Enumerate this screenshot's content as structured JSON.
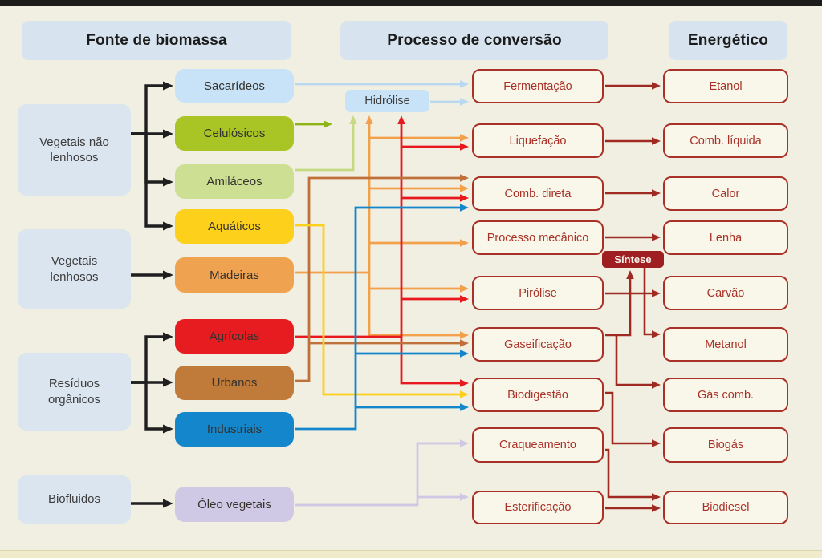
{
  "headers": {
    "source": "Fonte de biomassa",
    "process": "Processo de conversão",
    "product": "Energético"
  },
  "source_categories": [
    {
      "id": "vegetais_nao_lenhosos",
      "label": "Vegetais não lenhosos"
    },
    {
      "id": "vegetais_lenhosos",
      "label": "Vegetais lenhosos"
    },
    {
      "id": "residuos_organicos",
      "label": "Resíduos orgânicos"
    },
    {
      "id": "biofluidos",
      "label": "Biofluidos"
    }
  ],
  "biomass_types": [
    {
      "id": "sacarideos",
      "label": "Sacarídeos",
      "color": "#c8e3f7"
    },
    {
      "id": "celulosicos",
      "label": "Celulósicos",
      "color": "#a9c525"
    },
    {
      "id": "amilaceos",
      "label": "Amiláceos",
      "color": "#cddf93"
    },
    {
      "id": "aquaticos",
      "label": "Aquáticos",
      "color": "#fdd01b"
    },
    {
      "id": "madeiras",
      "label": "Madeiras",
      "color": "#efa351"
    },
    {
      "id": "agricolas",
      "label": "Agrícolas",
      "color": "#e61c21"
    },
    {
      "id": "urbanos",
      "label": "Urbanos",
      "color": "#c07a39"
    },
    {
      "id": "industriais",
      "label": "Industriais",
      "color": "#1486cb"
    },
    {
      "id": "oleo_vegetais",
      "label": "Óleo vegetais",
      "color": "#d0c9e5"
    }
  ],
  "hydrolysis": {
    "label": "Hidrólise",
    "color": "#c8e3f7"
  },
  "synthesis": {
    "label": "Síntese",
    "color": "#9e1e22"
  },
  "processes": [
    {
      "id": "fermentacao",
      "label": "Fermentação"
    },
    {
      "id": "liquefacao",
      "label": "Liquefação"
    },
    {
      "id": "comb_direta",
      "label": "Comb. direta"
    },
    {
      "id": "processo_mecanico",
      "label": "Processo mecânico"
    },
    {
      "id": "pirolise",
      "label": "Pirólise"
    },
    {
      "id": "gaseificacao",
      "label": "Gaseificação"
    },
    {
      "id": "biodigestao",
      "label": "Biodigestão"
    },
    {
      "id": "craqueamento",
      "label": "Craqueamento"
    },
    {
      "id": "esterificacao",
      "label": "Esterificação"
    }
  ],
  "products": [
    {
      "id": "etanol",
      "label": "Etanol"
    },
    {
      "id": "comb_liquida",
      "label": "Comb. líquida"
    },
    {
      "id": "calor",
      "label": "Calor"
    },
    {
      "id": "lenha",
      "label": "Lenha"
    },
    {
      "id": "carvao",
      "label": "Carvão"
    },
    {
      "id": "metanol",
      "label": "Metanol"
    },
    {
      "id": "gas_comb",
      "label": "Gás comb."
    },
    {
      "id": "biogas",
      "label": "Biogás"
    },
    {
      "id": "biodiesel",
      "label": "Biodiesel"
    }
  ],
  "palette": {
    "black": "#1f1f1f",
    "light_blue": "#b8d9f0",
    "green": "#8db414",
    "light_green": "#c5da83",
    "yellow": "#fdd01b",
    "orange": "#f3a04b",
    "red": "#e8191e",
    "brown": "#c0703a",
    "blue": "#1486cb",
    "lavender": "#cfc7e4",
    "dark_red": "#9e2a22"
  },
  "connections": [
    {
      "from": "vegetais_nao_lenhosos",
      "to": "sacarideos",
      "color": "black"
    },
    {
      "from": "vegetais_nao_lenhosos",
      "to": "celulosicos",
      "color": "black"
    },
    {
      "from": "vegetais_nao_lenhosos",
      "to": "amilaceos",
      "color": "black"
    },
    {
      "from": "vegetais_nao_lenhosos",
      "to": "aquaticos",
      "color": "black"
    },
    {
      "from": "vegetais_lenhosos",
      "to": "madeiras",
      "color": "black"
    },
    {
      "from": "residuos_organicos",
      "to": "agricolas",
      "color": "black"
    },
    {
      "from": "residuos_organicos",
      "to": "urbanos",
      "color": "black"
    },
    {
      "from": "residuos_organicos",
      "to": "industriais",
      "color": "black"
    },
    {
      "from": "biofluidos",
      "to": "oleo_vegetais",
      "color": "black"
    },
    {
      "from": "sacarideos",
      "to": "fermentacao",
      "color": "light_blue"
    },
    {
      "from": "hidrolise",
      "to": "fermentacao",
      "color": "light_blue"
    },
    {
      "from": "celulosicos",
      "to": "hidrolise",
      "color": "green"
    },
    {
      "from": "amilaceos",
      "to": "hidrolise",
      "color": "light_green"
    },
    {
      "from": "madeiras",
      "to": "hidrolise",
      "color": "orange"
    },
    {
      "from": "madeiras",
      "to": "liquefacao",
      "color": "orange"
    },
    {
      "from": "madeiras",
      "to": "comb_direta",
      "color": "orange"
    },
    {
      "from": "madeiras",
      "to": "processo_mecanico",
      "color": "orange"
    },
    {
      "from": "madeiras",
      "to": "pirolise",
      "color": "orange"
    },
    {
      "from": "madeiras",
      "to": "gaseificacao",
      "color": "orange"
    },
    {
      "from": "agricolas",
      "to": "hidrolise",
      "color": "red"
    },
    {
      "from": "agricolas",
      "to": "liquefacao",
      "color": "red"
    },
    {
      "from": "agricolas",
      "to": "comb_direta",
      "color": "red"
    },
    {
      "from": "agricolas",
      "to": "pirolise",
      "color": "red"
    },
    {
      "from": "agricolas",
      "to": "biodigestao",
      "color": "red"
    },
    {
      "from": "urbanos",
      "to": "comb_direta",
      "color": "brown"
    },
    {
      "from": "urbanos",
      "to": "gaseificacao",
      "color": "brown"
    },
    {
      "from": "aquaticos",
      "to": "biodigestao",
      "color": "yellow"
    },
    {
      "from": "industriais",
      "to": "comb_direta",
      "color": "blue"
    },
    {
      "from": "industriais",
      "to": "gaseificacao",
      "color": "blue"
    },
    {
      "from": "industriais",
      "to": "biodigestao",
      "color": "blue"
    },
    {
      "from": "oleo_vegetais",
      "to": "craqueamento",
      "color": "lavender"
    },
    {
      "from": "oleo_vegetais",
      "to": "esterificacao",
      "color": "lavender"
    },
    {
      "from": "fermentacao",
      "to": "etanol",
      "color": "dark_red"
    },
    {
      "from": "liquefacao",
      "to": "comb_liquida",
      "color": "dark_red"
    },
    {
      "from": "comb_direta",
      "to": "calor",
      "color": "dark_red"
    },
    {
      "from": "processo_mecanico",
      "to": "lenha",
      "color": "dark_red"
    },
    {
      "from": "pirolise",
      "to": "carvao",
      "color": "dark_red"
    },
    {
      "from": "gaseificacao",
      "to": "sintese",
      "color": "dark_red"
    },
    {
      "from": "gaseificacao",
      "to": "gas_comb",
      "color": "dark_red"
    },
    {
      "from": "sintese",
      "to": "metanol",
      "color": "dark_red"
    },
    {
      "from": "biodigestao",
      "to": "biogas",
      "color": "dark_red"
    },
    {
      "from": "craqueamento",
      "to": "biodiesel",
      "color": "dark_red"
    },
    {
      "from": "esterificacao",
      "to": "biodiesel",
      "color": "dark_red"
    }
  ]
}
